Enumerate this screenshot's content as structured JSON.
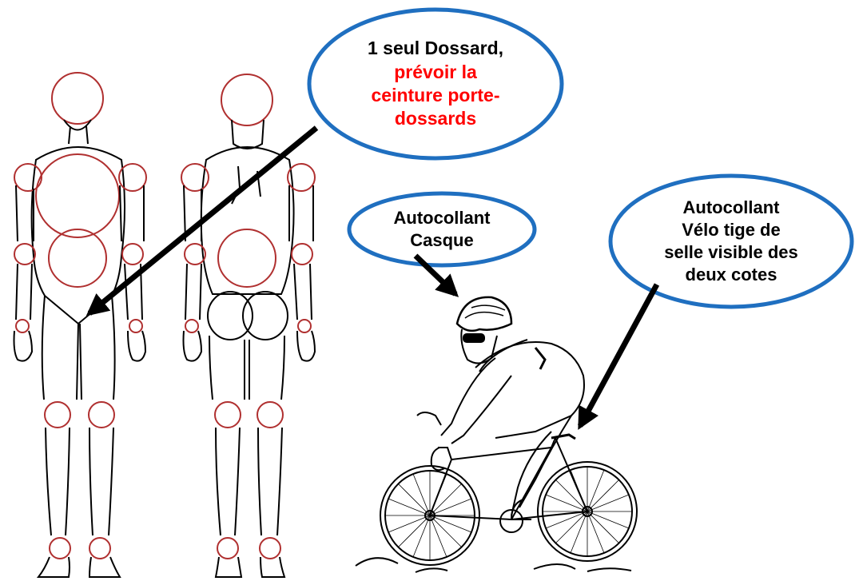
{
  "callouts": {
    "dossard": {
      "line1": "1 seul Dossard,",
      "line2": "prévoir la",
      "line3": "ceinture porte-",
      "line4": "dossards"
    },
    "casque": {
      "line1": "Autocollant",
      "line2": "Casque"
    },
    "velo": {
      "line1": "Autocollant",
      "line2": "Vélo tige de",
      "line3": "selle visible des",
      "line4": "deux cotes"
    }
  },
  "colors": {
    "ellipse_stroke": "#1f6fc0",
    "highlight_text": "#ff0000",
    "joint_stroke": "#b03030",
    "outline": "#000000"
  },
  "figures": [
    "mannequin-front",
    "mannequin-back",
    "cyclist-on-bike"
  ]
}
